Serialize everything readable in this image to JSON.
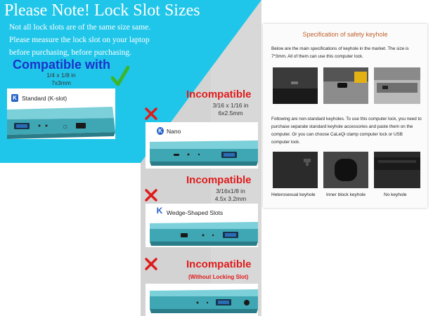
{
  "title": "Please Note! Lock Slot Sizes",
  "intro_lines": [
    "Not all lock slots are of the same size same.",
    "Please measure the lock slot on your laptop",
    "before purchasing, before purchasing."
  ],
  "compatible": {
    "heading": "Compatible with",
    "dims": [
      "1/4 x 1/8 in",
      "7x3mm"
    ],
    "slot_label": "Standard (K-slot)",
    "slot_badge": "K"
  },
  "incompatible": [
    {
      "heading": "Incompatible",
      "dims": [
        "3/16 x 1/16 in",
        "6x2.5mm"
      ],
      "slot_label": "Nano",
      "slot_badge": "K"
    },
    {
      "heading": "Incompatible",
      "dims": [
        "3/16x1/8 in",
        "4.5x 3.2mm"
      ],
      "slot_label": "Wedge-Shaped Slots",
      "slot_badge": "K"
    },
    {
      "heading": "Incompatible",
      "note": "(Without Locking Slot)"
    }
  ],
  "spec": {
    "title": "Specification of safety keyhole",
    "para1": "Below are the main specifications of keyhole in the market. The size is 7*3mm. All of them can use this computer lock.",
    "para2": "Following are non-standard keyholes. To use this computer lock, you need to purchase separate standard keyhole accessories and paste them on the computer. Or you can choose CaLeQi clamp computer lock or USB computer lock.",
    "captions": [
      "Heterosexual keyhole",
      "Inner block keyhole",
      "No keyhole"
    ]
  },
  "colors": {
    "cyan_bg": "#20c6e9",
    "grey_band": "#d6d6d6",
    "compat_blue": "#1a33cc",
    "check_green": "#3bb52a",
    "incomp_red": "#e01b1b",
    "laptop_teal": "#3fa7b4",
    "spec_title": "#c0602c"
  },
  "icons": [
    "checkmark-icon",
    "x-mark-icon",
    "k-slot-icon"
  ]
}
